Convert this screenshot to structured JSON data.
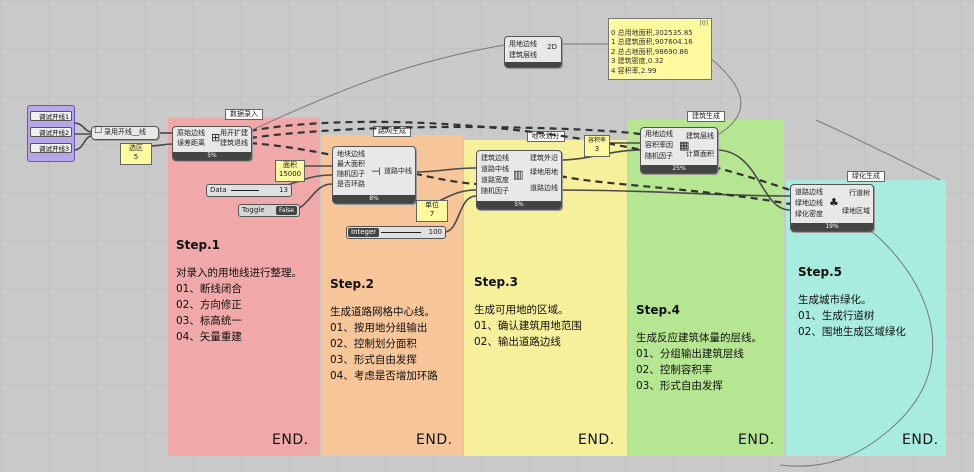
{
  "groups": [
    {
      "title": "数据录入",
      "color": "#f0a8a8"
    },
    {
      "title": "路网生成",
      "color": "#f6c59a"
    },
    {
      "title": "地块划分",
      "color": "#f6ef9b"
    },
    {
      "title": "建筑生成",
      "color": "#b7e692"
    },
    {
      "title": "绿化生成",
      "color": "#a8ecdf"
    }
  ],
  "steps": [
    {
      "heading": "Step.1",
      "lines": [
        "对录入的用地线进行整理。",
        "01、断线闭合",
        "02、方向修正",
        "03、标高统一",
        "04、矢量重建"
      ],
      "end": "END."
    },
    {
      "heading": "Step.2",
      "lines": [
        "生成道路网格中心线。",
        "01、按用地分组输出",
        "02、控制划分面积",
        "03、形式自由发挥",
        "04、考虑是否增加环路"
      ],
      "end": "END."
    },
    {
      "heading": "Step.3",
      "lines": [
        "生成可用地的区域。",
        "01、确认建筑用地范围",
        "02、输出道路边线"
      ],
      "end": "END."
    },
    {
      "heading": "Step.4",
      "lines": [
        "生成反应建筑体量的层线。",
        "01、分组输出建筑层线",
        "02、控制容积率",
        "03、形式自由发挥"
      ],
      "end": "END."
    },
    {
      "heading": "Step.5",
      "lines": [
        "生成城市绿化。",
        "01、生成行道树",
        "02、围地生成区域绿化"
      ],
      "end": "END."
    }
  ],
  "inputs": {
    "items": [
      "调试开线1",
      "调试开线2",
      "调试开线3"
    ]
  },
  "components": {
    "preprocess": {
      "label": "录用开线__线"
    },
    "number_box_1": {
      "label": "选区",
      "value": "5"
    },
    "data_entry": {
      "in1": "原始边线",
      "in2": "误差距离",
      "out1": "用开扩建",
      "out2": "建筑退线",
      "bar": "5%"
    },
    "road_net": {
      "in1": "地块边线",
      "in2": "最大面积",
      "in3": "随机因子",
      "in4": "是否环路",
      "out1": "道路中线",
      "bar": "8%"
    },
    "area_slider": {
      "label": "面积",
      "value": "15000"
    },
    "data_slider": {
      "label": "Data",
      "value": "13"
    },
    "toggle": {
      "label": "Toggle",
      "value": "False"
    },
    "unit_box": {
      "label": "单位",
      "value": "7"
    },
    "integer_slider": {
      "label": "Integer",
      "value": "100"
    },
    "land": {
      "in1": "建筑边线",
      "in2": "道路中线",
      "in3": "道路宽度",
      "in4": "随机因子",
      "out1": "建筑外沿",
      "out2": "绿地用地",
      "out3": "道路边线",
      "bar": "5%"
    },
    "density_box": {
      "label": "容积率",
      "value": "3"
    },
    "building": {
      "in1": "用地边线",
      "in2": "容积率因",
      "in3": "随机因子",
      "out1": "建筑层线",
      "out2": "计算面积",
      "bar": "25%"
    },
    "stats": {
      "in1": "用地边线",
      "in2": "建筑层线",
      "icon": "2D"
    },
    "green": {
      "in1": "道路边线",
      "in2": "绿地边线",
      "in3": "绿化密度",
      "out1": "行道树",
      "out2": "绿地区域",
      "bar": "19%"
    }
  },
  "panel": {
    "header": "[0]",
    "lines": [
      "0 总用地面积,302535.85",
      "1 总建筑面积,907604.16",
      "2 总占地面积,98690.86",
      "3 建筑密度,0.32",
      "4 容积率,2.99"
    ]
  },
  "colors": {
    "wire": "#4a4a4a",
    "accent": "#b9a6e8"
  }
}
